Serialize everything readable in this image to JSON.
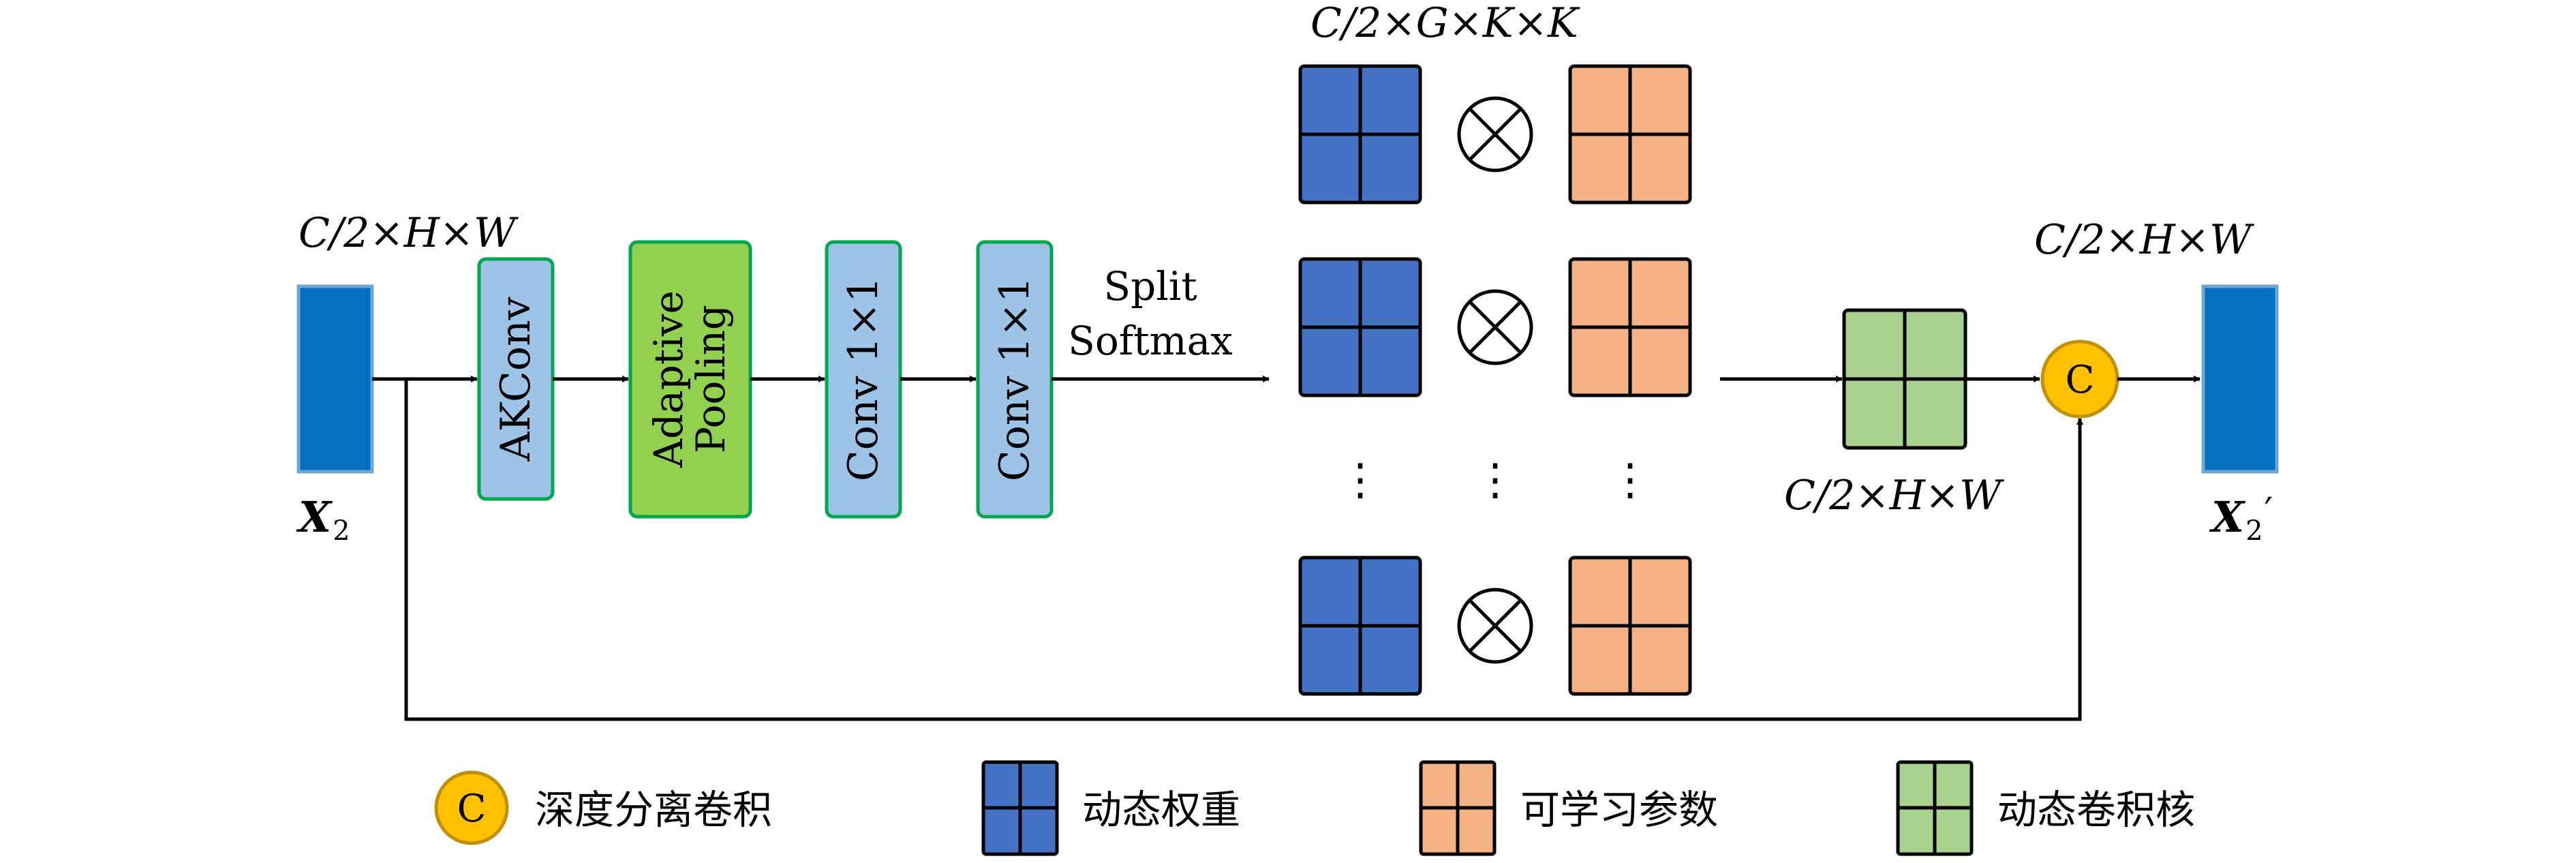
{
  "colors": {
    "stroke": "#000000",
    "input_tensor_fill": "#0570C0",
    "input_tensor_stroke": "#6FA7D4",
    "akconv_fill": "#9DC3E6",
    "akconv_stroke": "#00A650",
    "adaptive_pooling_fill": "#92D050",
    "adaptive_pooling_stroke": "#00A650",
    "conv_fill": "#9DC3E6",
    "conv_stroke": "#00A650",
    "dynamic_weight_fill": "#4472C4",
    "learnable_param_fill": "#F4B183",
    "dynamic_kernel_fill": "#A9D18E",
    "concat_fill": "#FFC000",
    "concat_stroke": "#C09000"
  },
  "labels": {
    "input_dims": "C/2×H×W",
    "input_name_main": "X",
    "input_name_sub": "2",
    "akconv": "AKConv",
    "pool_line1": "Adaptive",
    "pool_line2": "Pooling",
    "conv1": "Conv 1×1",
    "conv2": "Conv 1×1",
    "split_line1": "Split",
    "split_line2": "Softmax",
    "weight_dims": "C/2×G×K×K",
    "kernel_dims": "C/2×H×W",
    "output_dims": "C/2×H×W",
    "output_name_main": "X",
    "output_name_sub": "2",
    "output_name_prime": "′",
    "concat_symbol": "C",
    "vdots": "⋮"
  },
  "legend": {
    "items": [
      {
        "icon": "concat-circle",
        "label": "深度分离卷积"
      },
      {
        "icon": "blue-grid",
        "label": "动态权重"
      },
      {
        "icon": "orange-grid",
        "label": "可学习参数"
      },
      {
        "icon": "green-grid",
        "label": "动态卷积核"
      }
    ]
  }
}
